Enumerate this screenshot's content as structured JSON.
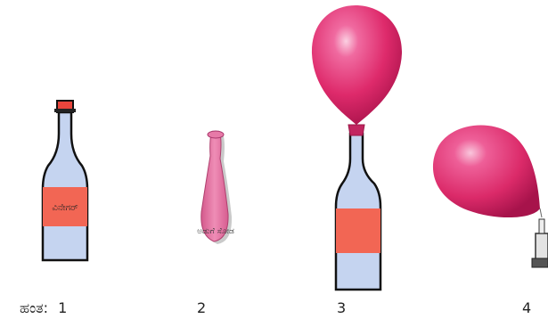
{
  "step_prefix": "ಹಂತ:",
  "steps": [
    {
      "number": "1",
      "bottle_label": "ವಿನೇಗರ್"
    },
    {
      "number": "2",
      "balloon_label": "ಅಡುಗೆ ಸೋಡ"
    },
    {
      "number": "3"
    },
    {
      "number": "4"
    }
  ],
  "colors": {
    "bottle_glass": "#c5d4f0",
    "bottle_outline": "#111111",
    "bottle_label": "#f26654",
    "cap": "#e8453c",
    "balloon": "#e0316e",
    "balloon_deflated": "#e77aa8"
  }
}
